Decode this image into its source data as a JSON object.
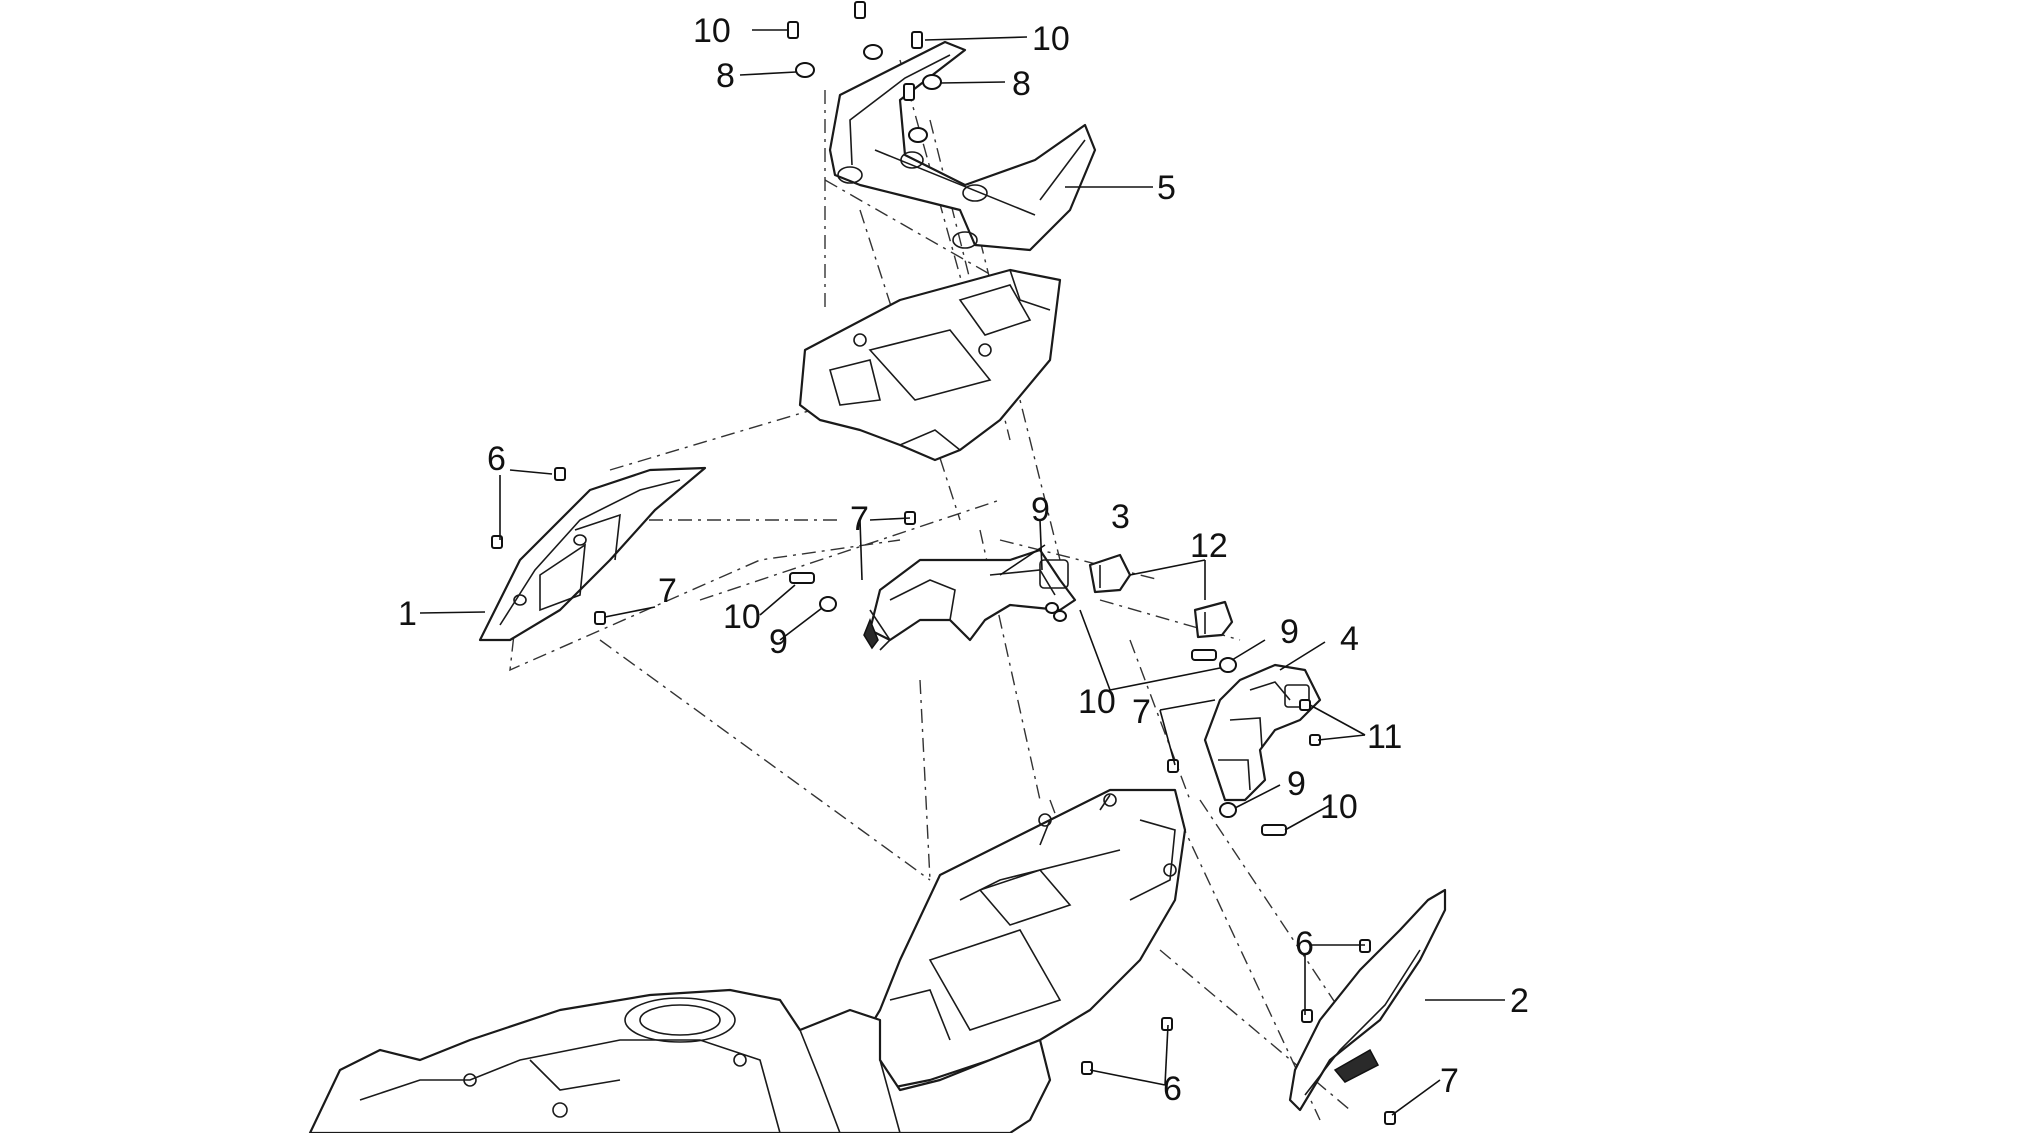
{
  "callouts": [
    {
      "id": "c1",
      "text": "1"
    },
    {
      "id": "c2",
      "text": "2"
    },
    {
      "id": "c3",
      "text": "3"
    },
    {
      "id": "c4",
      "text": "4"
    },
    {
      "id": "c5",
      "text": "5"
    },
    {
      "id": "c6a",
      "text": "6"
    },
    {
      "id": "c6b",
      "text": "6"
    },
    {
      "id": "c6c",
      "text": "6"
    },
    {
      "id": "c7a",
      "text": "7"
    },
    {
      "id": "c7b",
      "text": "7"
    },
    {
      "id": "c7c",
      "text": "7"
    },
    {
      "id": "c7d",
      "text": "7"
    },
    {
      "id": "c8a",
      "text": "8"
    },
    {
      "id": "c8b",
      "text": "8"
    },
    {
      "id": "c9a",
      "text": "9"
    },
    {
      "id": "c9b",
      "text": "9"
    },
    {
      "id": "c9c",
      "text": "9"
    },
    {
      "id": "c9d",
      "text": "9"
    },
    {
      "id": "c10a",
      "text": "10"
    },
    {
      "id": "c10b",
      "text": "10"
    },
    {
      "id": "c10c",
      "text": "10"
    },
    {
      "id": "c10d",
      "text": "10"
    },
    {
      "id": "c10e",
      "text": "10"
    },
    {
      "id": "c11",
      "text": "11"
    },
    {
      "id": "c12",
      "text": "12"
    }
  ]
}
